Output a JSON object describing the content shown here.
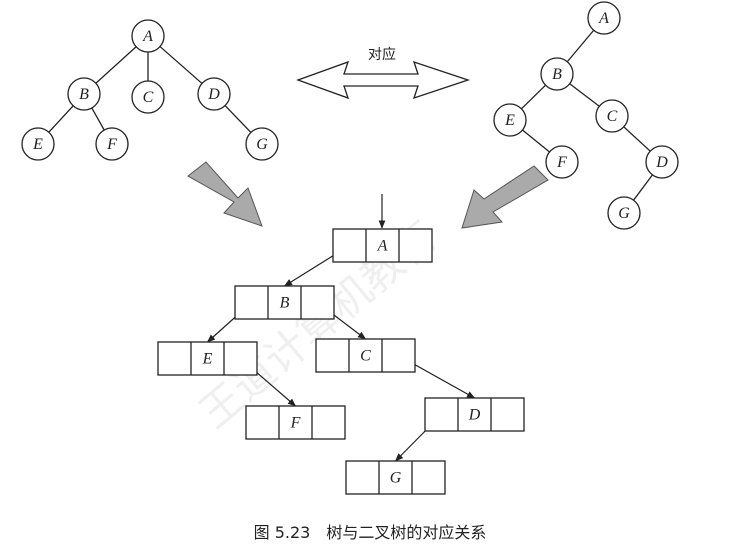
{
  "relation_label": "对应",
  "caption": "图 5.23　树与二叉树的对应关系",
  "watermark": "王道计算机教育",
  "tree": {
    "nodes": [
      "A",
      "B",
      "C",
      "D",
      "E",
      "F",
      "G"
    ],
    "edges": [
      [
        "A",
        "B"
      ],
      [
        "A",
        "C"
      ],
      [
        "A",
        "D"
      ],
      [
        "B",
        "E"
      ],
      [
        "B",
        "F"
      ],
      [
        "D",
        "G"
      ]
    ]
  },
  "binary_tree": {
    "nodes": [
      "A",
      "B",
      "C",
      "D",
      "E",
      "F",
      "G"
    ],
    "edges": [
      [
        "A",
        "B"
      ],
      [
        "B",
        "E"
      ],
      [
        "B",
        "C"
      ],
      [
        "E",
        "F"
      ],
      [
        "C",
        "D"
      ],
      [
        "D",
        "G"
      ]
    ]
  },
  "storage": {
    "cells": [
      "A",
      "B",
      "E",
      "C",
      "F",
      "D",
      "G"
    ],
    "links": [
      [
        "A",
        "B"
      ],
      [
        "B",
        "E"
      ],
      [
        "B",
        "C"
      ],
      [
        "E",
        "F"
      ],
      [
        "C",
        "D"
      ],
      [
        "D",
        "G"
      ]
    ]
  }
}
